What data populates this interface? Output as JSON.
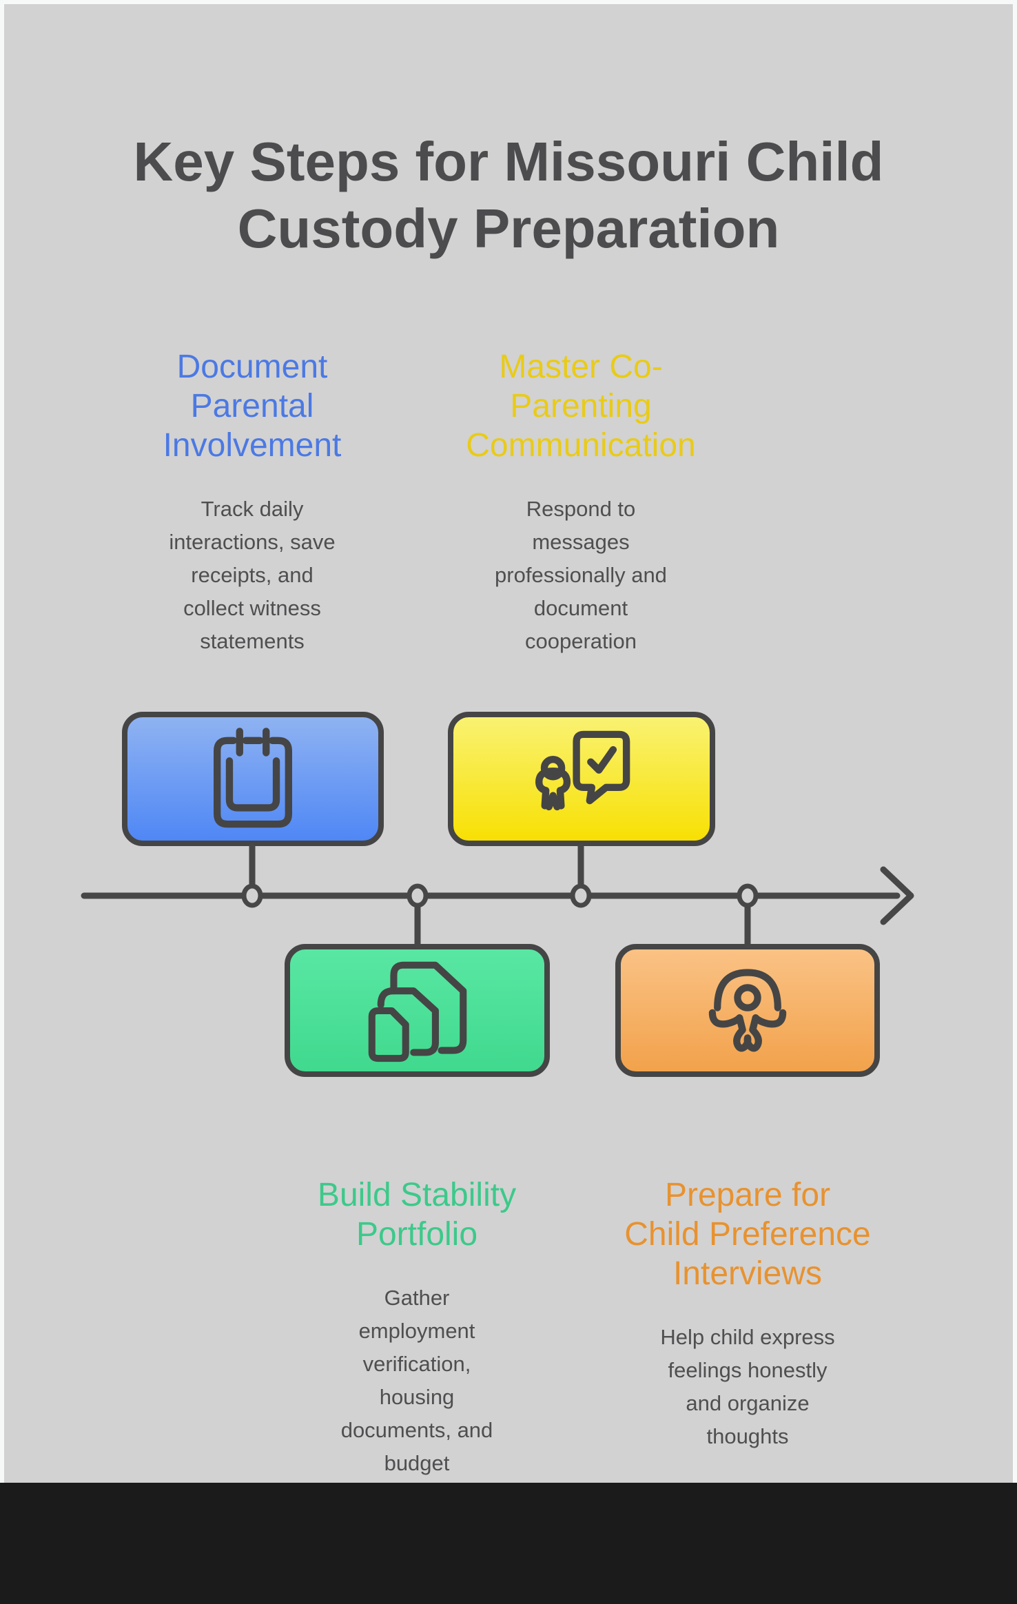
{
  "title": "Key Steps for Missouri Child\nCustody Preparation",
  "colors": {
    "background": "#d2d2d2",
    "frame_border": "#f7f9f9",
    "footer_bar": "#1b1b1b",
    "outline_stroke": "#474747",
    "title_text": "#4c4c4e",
    "body_text": "#4f4f51"
  },
  "timeline": {
    "direction": "left-to-right",
    "arrow": "right",
    "node_count": 4
  },
  "steps": [
    {
      "title": "Document\nParental\nInvolvement",
      "description": "Track daily\ninteractions, save\nreceipts, and\ncollect witness\nstatements",
      "accent_color": "#4b79e4",
      "icon": "calendar-icon",
      "box_gradient_top": "#8fb3f2",
      "box_gradient_bottom": "#4f87f5",
      "position": "above-timeline"
    },
    {
      "title": "Master Co-\nParenting\nCommunication",
      "description": "Respond to\nmessages\nprofessionally and\ndocument\ncooperation",
      "accent_color": "#e9cb16",
      "icon": "person-chat-check-icon",
      "box_gradient_top": "#f9f272",
      "box_gradient_bottom": "#f8e004",
      "position": "above-timeline"
    },
    {
      "title": "Build Stability\nPortfolio",
      "description": "Gather\nemployment\nverification,\nhousing\ndocuments, and\nbudget",
      "accent_color": "#3cc98a",
      "icon": "stacked-documents-icon",
      "box_gradient_top": "#59e7a3",
      "box_gradient_bottom": "#40d98e",
      "position": "below-timeline"
    },
    {
      "title": "Prepare for\nChild Preference\nInterviews",
      "description": "Help child express\nfeelings honestly\nand organize\nthoughts",
      "accent_color": "#e8922f",
      "icon": "child-icon",
      "box_gradient_top": "#fac285",
      "box_gradient_bottom": "#f2a24b",
      "position": "below-timeline"
    }
  ]
}
